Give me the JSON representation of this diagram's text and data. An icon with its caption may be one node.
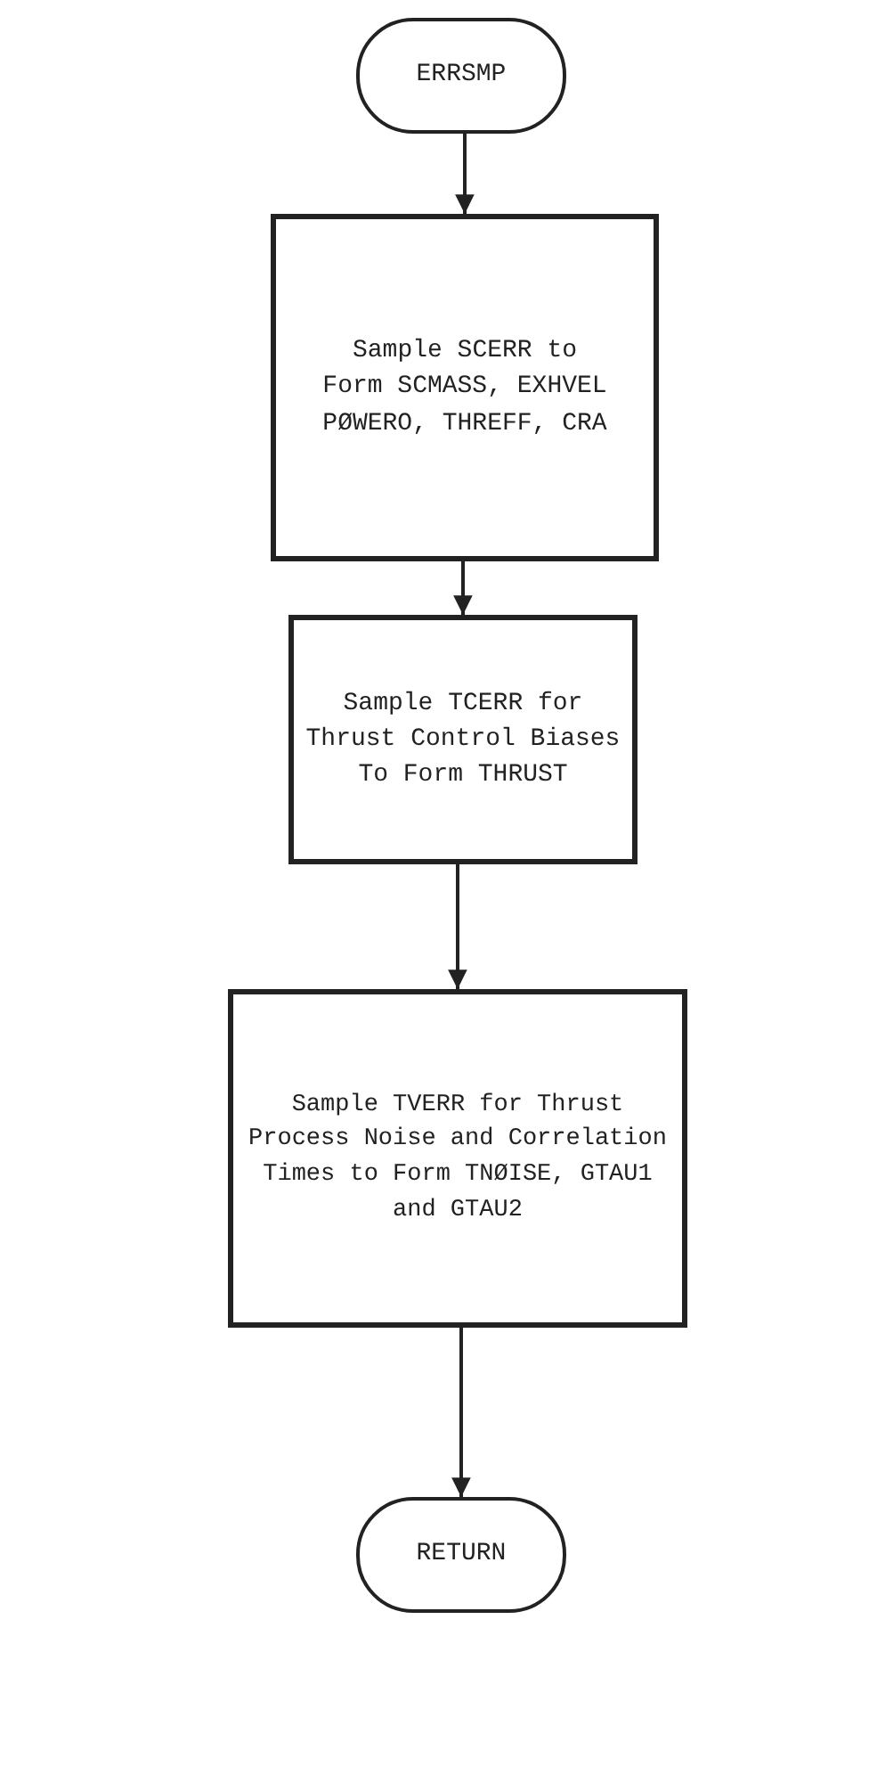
{
  "diagram": {
    "nodes": [
      {
        "text": [
          "ERRSMP"
        ]
      },
      {
        "text": [
          "Sample SCERR to Form SCMASS, EXHVEL PØWERO, THREFF, CRA"
        ]
      },
      {
        "text": [
          "Sample TCERR for Thrust Control Biases To Form THRUST"
        ]
      },
      {
        "text": [
          "Sample TVERR for Thrust Process Noise and Correlation Times to Form TNØISE, GTAU1 and GTAU2"
        ]
      },
      {
        "text": [
          "RETURN"
        ]
      }
    ],
    "edges": [
      {
        "from": 0,
        "to": 1,
        "arrow": "to"
      },
      {
        "from": 1,
        "to": 2,
        "arrow": "to"
      },
      {
        "from": 2,
        "to": 3,
        "arrow": "to"
      },
      {
        "from": 3,
        "to": 4,
        "arrow": "to"
      }
    ]
  }
}
